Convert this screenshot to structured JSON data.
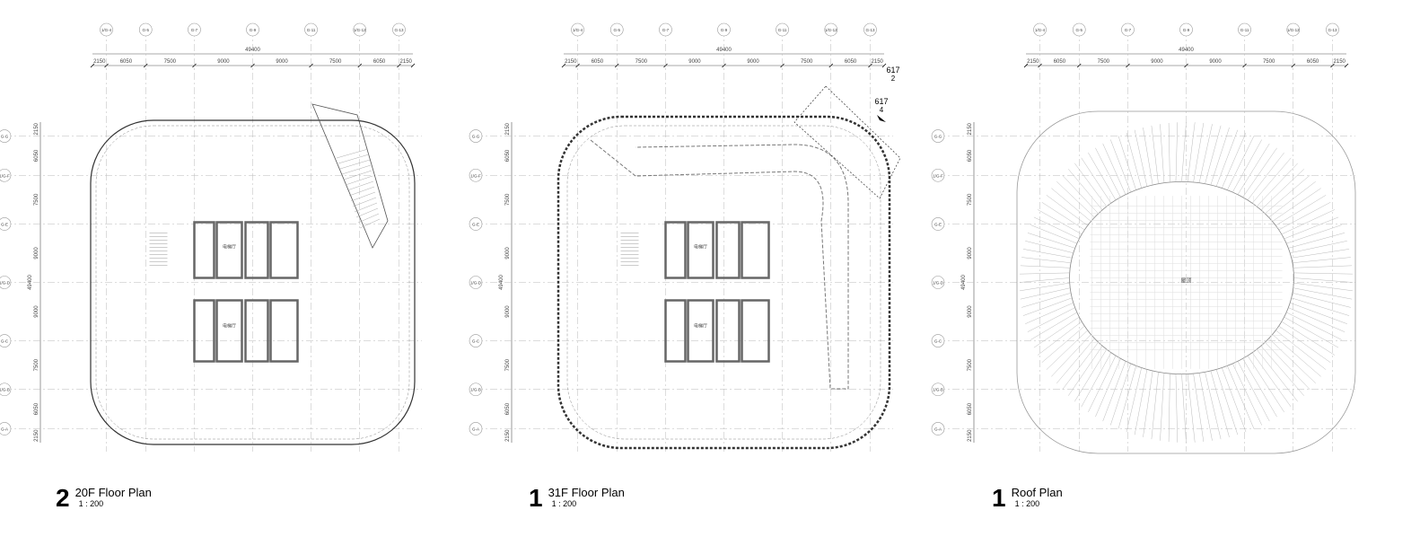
{
  "dimensions": {
    "total": "49400",
    "segments": [
      "2150",
      "6050",
      "7500",
      "9000",
      "9000",
      "7500",
      "6050",
      "2150"
    ],
    "grid_labels_x": [
      "1/G-4",
      "G-5",
      "G-7",
      "G-9",
      "G-11",
      "1/G-12",
      "G-13"
    ],
    "grid_labels_y": [
      "G-G",
      "1/G-F",
      "G-E",
      "1/G-D",
      "G-C",
      "1/G-B",
      "G-A"
    ]
  },
  "plans": [
    {
      "number": "2",
      "title": "20F Floor Plan",
      "scale": "1 : 200",
      "core_label": "电梯厅"
    },
    {
      "number": "1",
      "title": "31F Floor Plan",
      "scale": "1 : 200",
      "core_label": "电梯厅",
      "section_marks": [
        {
          "num": "617",
          "sheet": "2"
        },
        {
          "num": "617",
          "sheet": "4"
        }
      ]
    },
    {
      "number": "1",
      "title": "Roof Plan",
      "scale": "1 : 200",
      "core_label": "屋顶"
    }
  ],
  "colors": {
    "line": "#555555",
    "wall": "#666666",
    "light": "#bbbbbb"
  }
}
